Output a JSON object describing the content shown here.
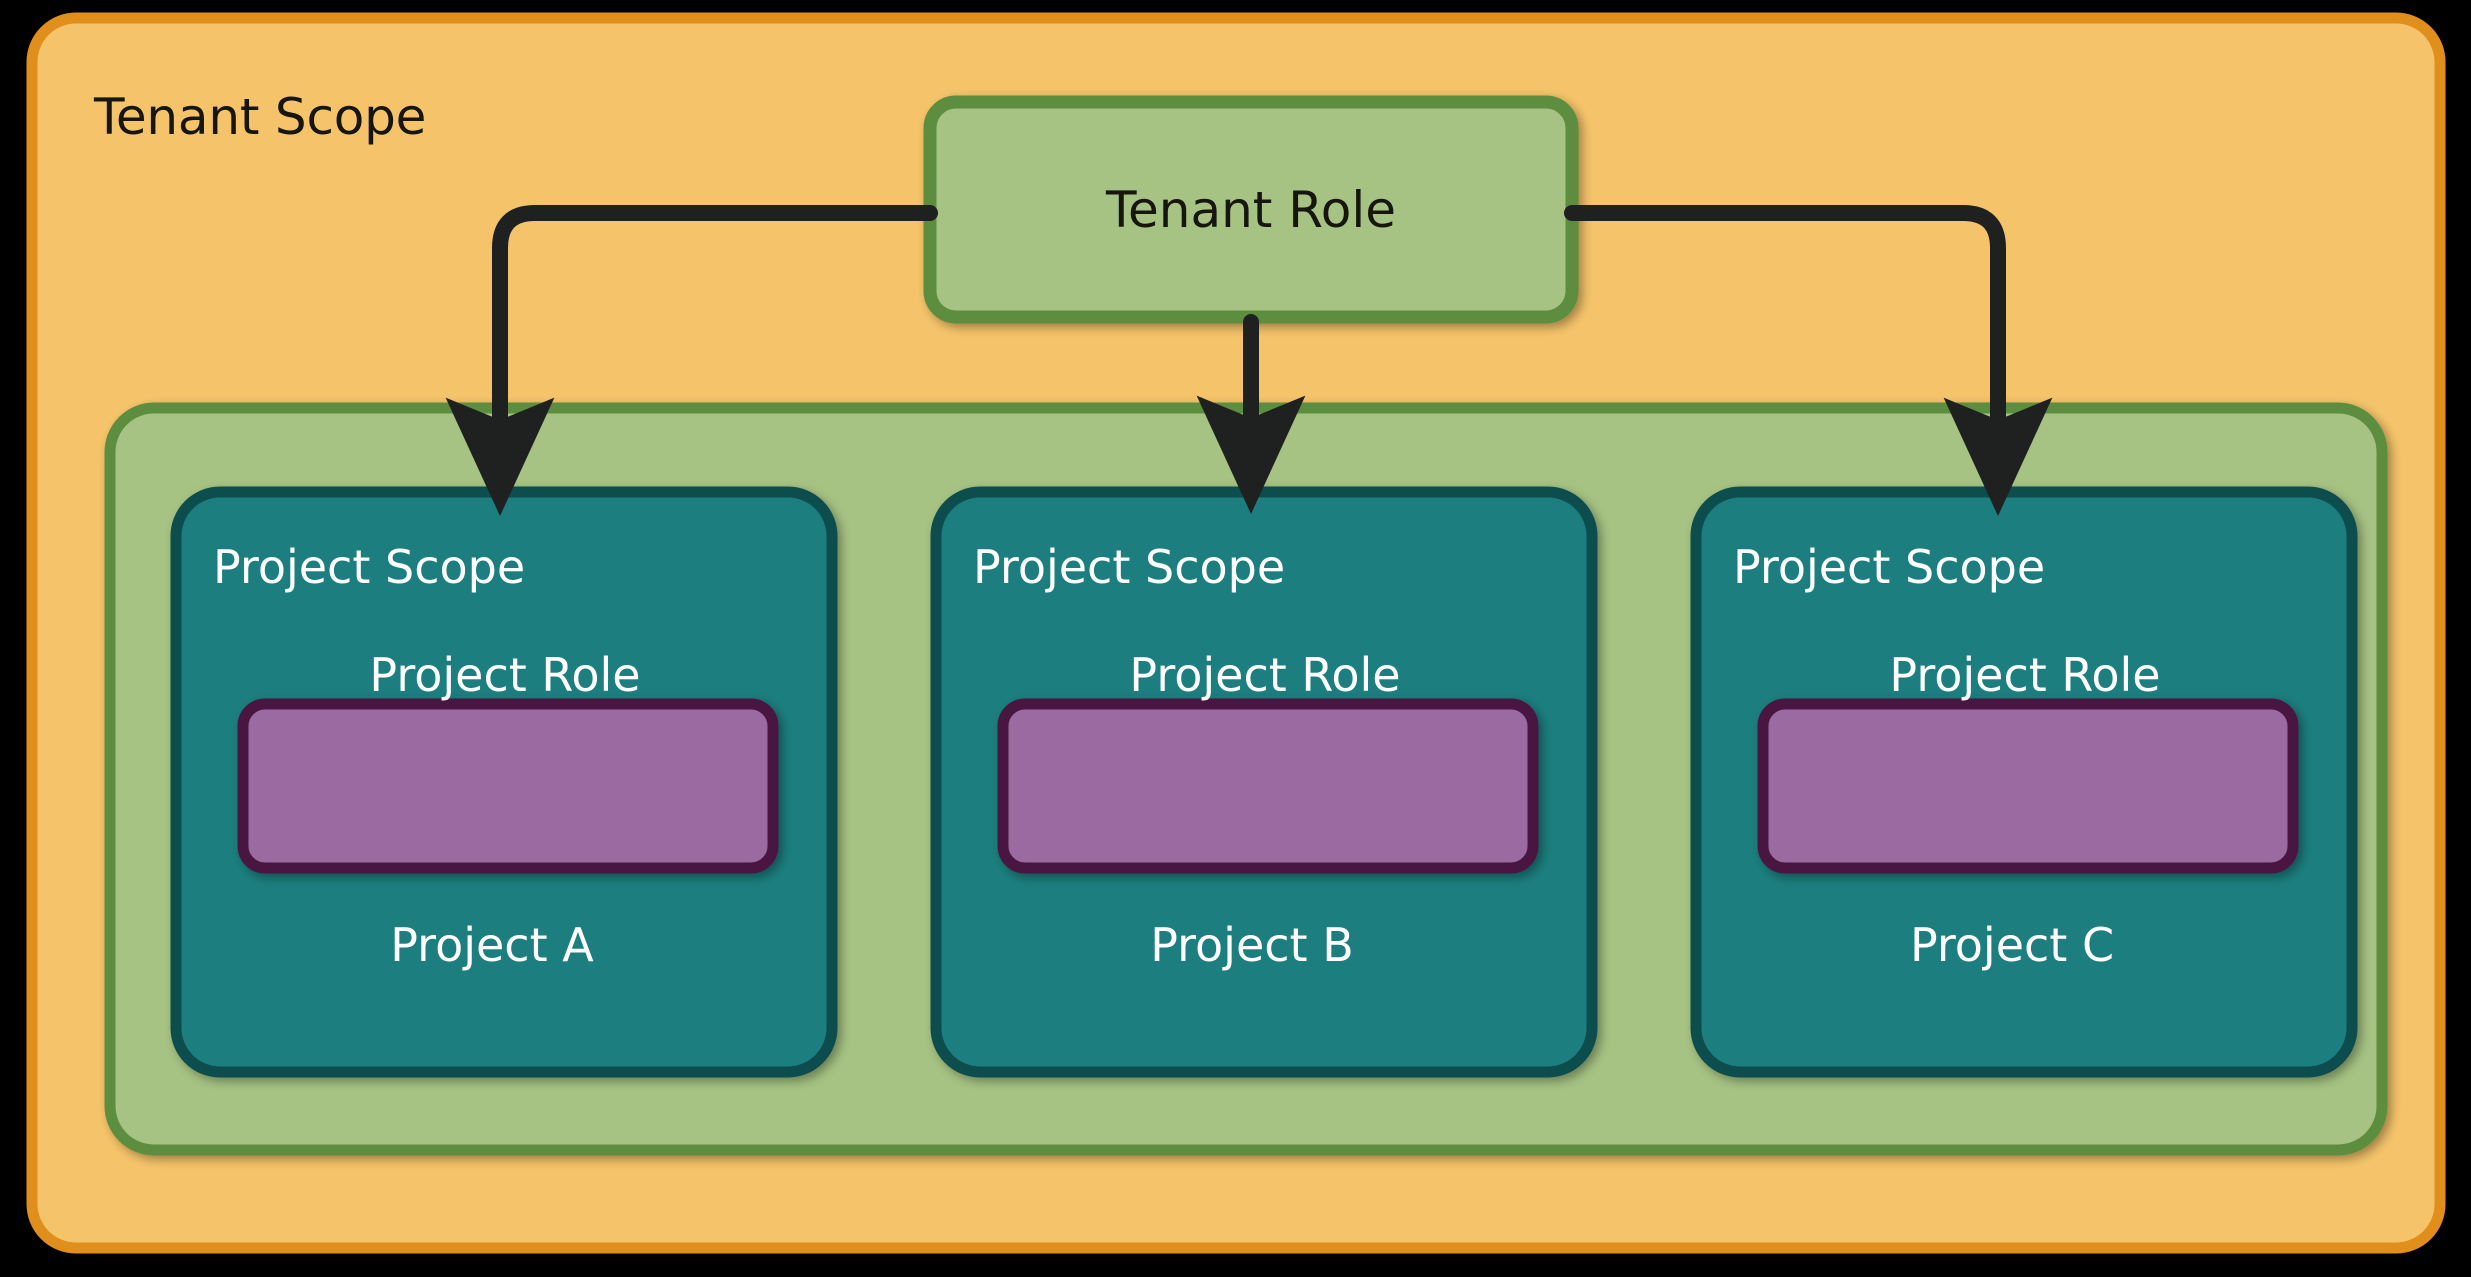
{
  "diagram": {
    "title_visible": false,
    "type": "nested-scope-hierarchy",
    "colors": {
      "background": "#000000",
      "tenant_scope_fill": "#f5c46a",
      "tenant_scope_stroke": "#e08e1c",
      "tenant_role_fill": "#a6c383",
      "tenant_role_stroke": "#5d8e3f",
      "project_container_fill": "#a6c383",
      "project_container_stroke": "#5d8e3f",
      "project_scope_fill": "#1a7e7e",
      "project_scope_stroke": "#0d4d4d",
      "project_role_fill": "#9a6aa0",
      "project_role_stroke": "#4a1942",
      "arrow_color": "#1f2020",
      "dark_text": "#16160f",
      "light_text": "#ffffff"
    }
  },
  "tenant_scope": {
    "label": "Tenant Scope"
  },
  "tenant_role": {
    "label": "Tenant Role"
  },
  "projects": [
    {
      "scope_label": "Project Scope",
      "role_label": "Project Role",
      "name_label": "Project A"
    },
    {
      "scope_label": "Project Scope",
      "role_label": "Project Role",
      "name_label": "Project B"
    },
    {
      "scope_label": "Project Scope",
      "role_label": "Project Role",
      "name_label": "Project C"
    }
  ],
  "edges": [
    {
      "from": "Tenant Role",
      "to": "Project A",
      "style": "orthogonal-arrow"
    },
    {
      "from": "Tenant Role",
      "to": "Project B",
      "style": "straight-arrow"
    },
    {
      "from": "Tenant Role",
      "to": "Project C",
      "style": "orthogonal-arrow"
    }
  ]
}
